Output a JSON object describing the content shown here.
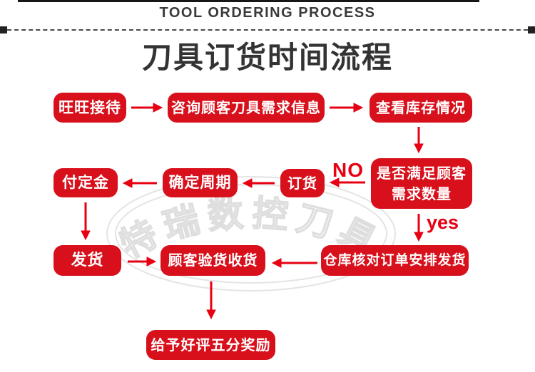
{
  "header": {
    "en_title": "TOOL ORDERING PROCESS",
    "cn_title": "刀具订货时间流程"
  },
  "watermark": {
    "text": "特瑞数控刀具"
  },
  "flow": {
    "nodes": {
      "reception": {
        "label": "旺旺接待"
      },
      "consult": {
        "label": "咨询顾客刀具需求信息"
      },
      "stock": {
        "label": "查看库存情况"
      },
      "satisfy": {
        "label": "是否满足顾客\n需求数量"
      },
      "order": {
        "label": "订货"
      },
      "cycle": {
        "label": "确定周期"
      },
      "deposit": {
        "label": "付定金"
      },
      "ship": {
        "label": "发货"
      },
      "inspect": {
        "label": "顾客验货收货"
      },
      "warehouse": {
        "label": "仓库核对订单安排发货"
      },
      "review": {
        "label": "给予好评五分奖励"
      }
    },
    "branch_labels": {
      "no": "NO",
      "yes": "yes"
    }
  },
  "colors": {
    "box_red": "#d8101c",
    "arrow_red": "#e60012",
    "title_dark": "#333333",
    "watermark_gray": "#dedede"
  }
}
